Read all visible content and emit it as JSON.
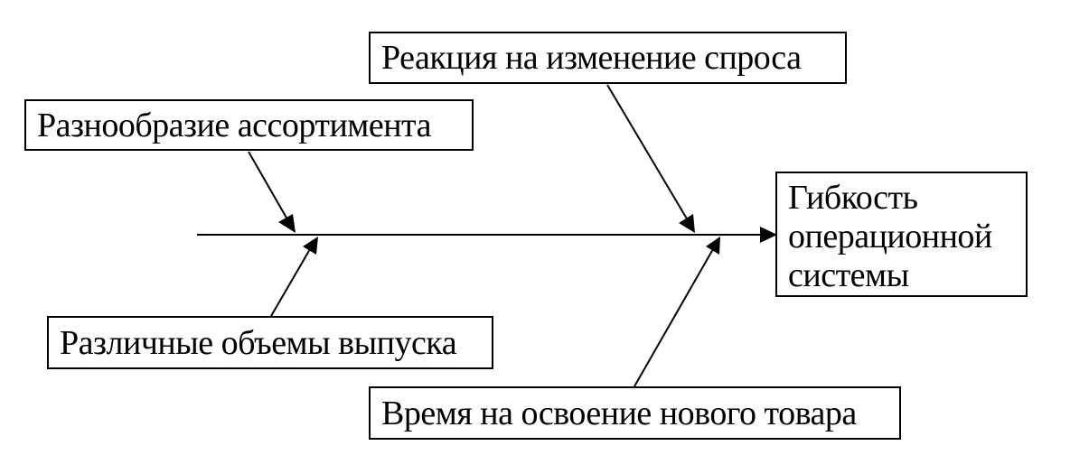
{
  "diagram": {
    "effect": {
      "lines": [
        "Гибкость",
        "операционной",
        "системы"
      ]
    },
    "causes": {
      "demand_response": "Реакция на изменение спроса",
      "assortment_variety": "Разнообразие ассортимента",
      "output_volumes": "Различные объемы выпуска",
      "new_product_time": "Время на освоение нового товара"
    },
    "colors": {
      "line": "#000000",
      "background": "#ffffff"
    }
  }
}
